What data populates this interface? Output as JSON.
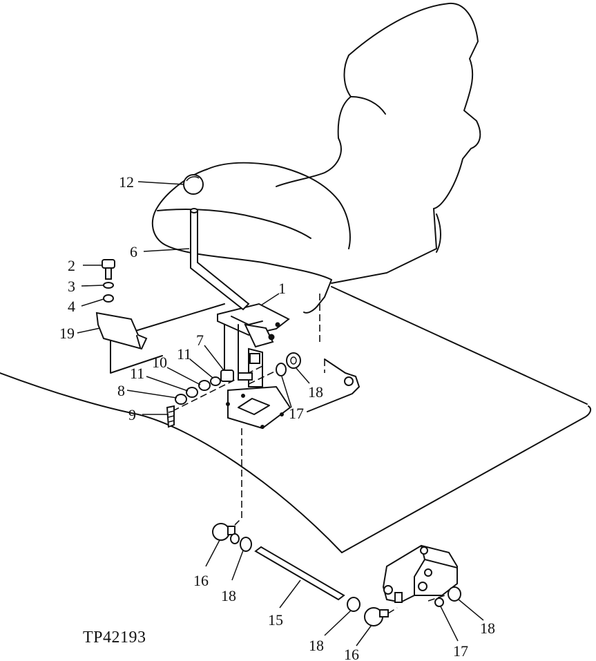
{
  "drawing_code": "TP42193",
  "callouts": [
    {
      "id": "c1",
      "text": "1"
    },
    {
      "id": "c2",
      "text": "2"
    },
    {
      "id": "c3",
      "text": "3"
    },
    {
      "id": "c4",
      "text": "4"
    },
    {
      "id": "c6",
      "text": "6"
    },
    {
      "id": "c7",
      "text": "7"
    },
    {
      "id": "c8",
      "text": "8"
    },
    {
      "id": "c9",
      "text": "9"
    },
    {
      "id": "c10",
      "text": "10"
    },
    {
      "id": "c11a",
      "text": "11"
    },
    {
      "id": "c11b",
      "text": "11"
    },
    {
      "id": "c12",
      "text": "12"
    },
    {
      "id": "c15",
      "text": "15"
    },
    {
      "id": "c16a",
      "text": "16"
    },
    {
      "id": "c16b",
      "text": "16"
    },
    {
      "id": "c17a",
      "text": "17"
    },
    {
      "id": "c17b",
      "text": "17"
    },
    {
      "id": "c18a",
      "text": "18"
    },
    {
      "id": "c18b",
      "text": "18"
    },
    {
      "id": "c18c",
      "text": "18"
    },
    {
      "id": "c18d",
      "text": "18"
    },
    {
      "id": "c19",
      "text": "19"
    }
  ]
}
